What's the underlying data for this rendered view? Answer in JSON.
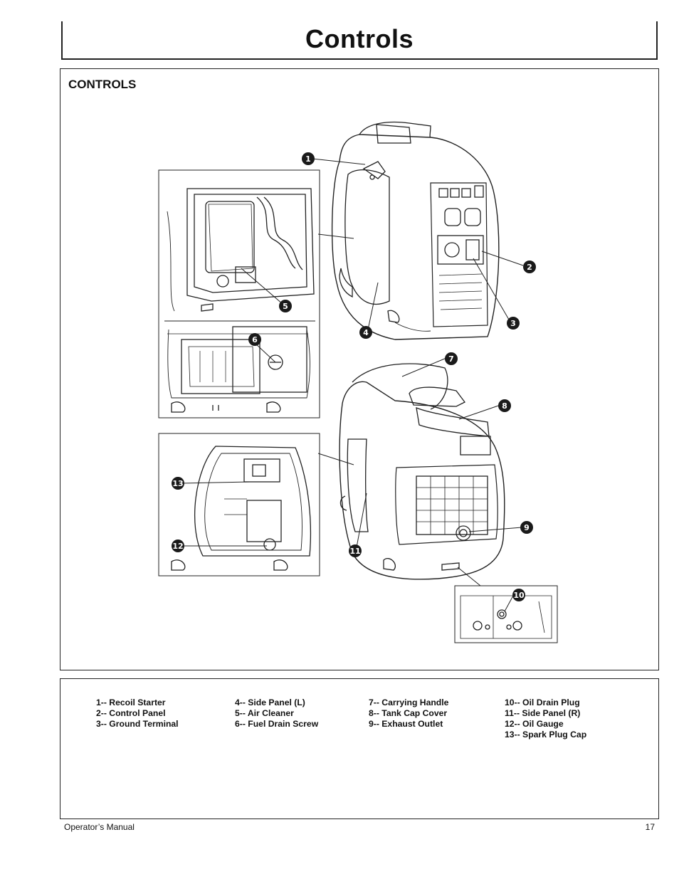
{
  "page_title": "Controls",
  "section_heading": "CONTROLS",
  "callouts": [
    "1",
    "2",
    "3",
    "4",
    "5",
    "6",
    "7",
    "8",
    "9",
    "10",
    "11",
    "12",
    "13"
  ],
  "legend": {
    "col1": [
      "1-- Recoil Starter",
      "2-- Control Panel",
      "3-- Ground Terminal"
    ],
    "col2": [
      "4-- Side Panel (L)",
      "5-- Air Cleaner",
      "6-- Fuel Drain Screw"
    ],
    "col3": [
      "7-- Carrying Handle",
      "8-- Tank Cap Cover",
      "9-- Exhaust Outlet"
    ],
    "col4": [
      "10-- Oil Drain Plug",
      "11-- Side Panel (R)",
      "12-- Oil Gauge",
      "13-- Spark Plug Cap"
    ]
  },
  "footer": {
    "left": "Operator’s Manual",
    "page_number": "17"
  }
}
